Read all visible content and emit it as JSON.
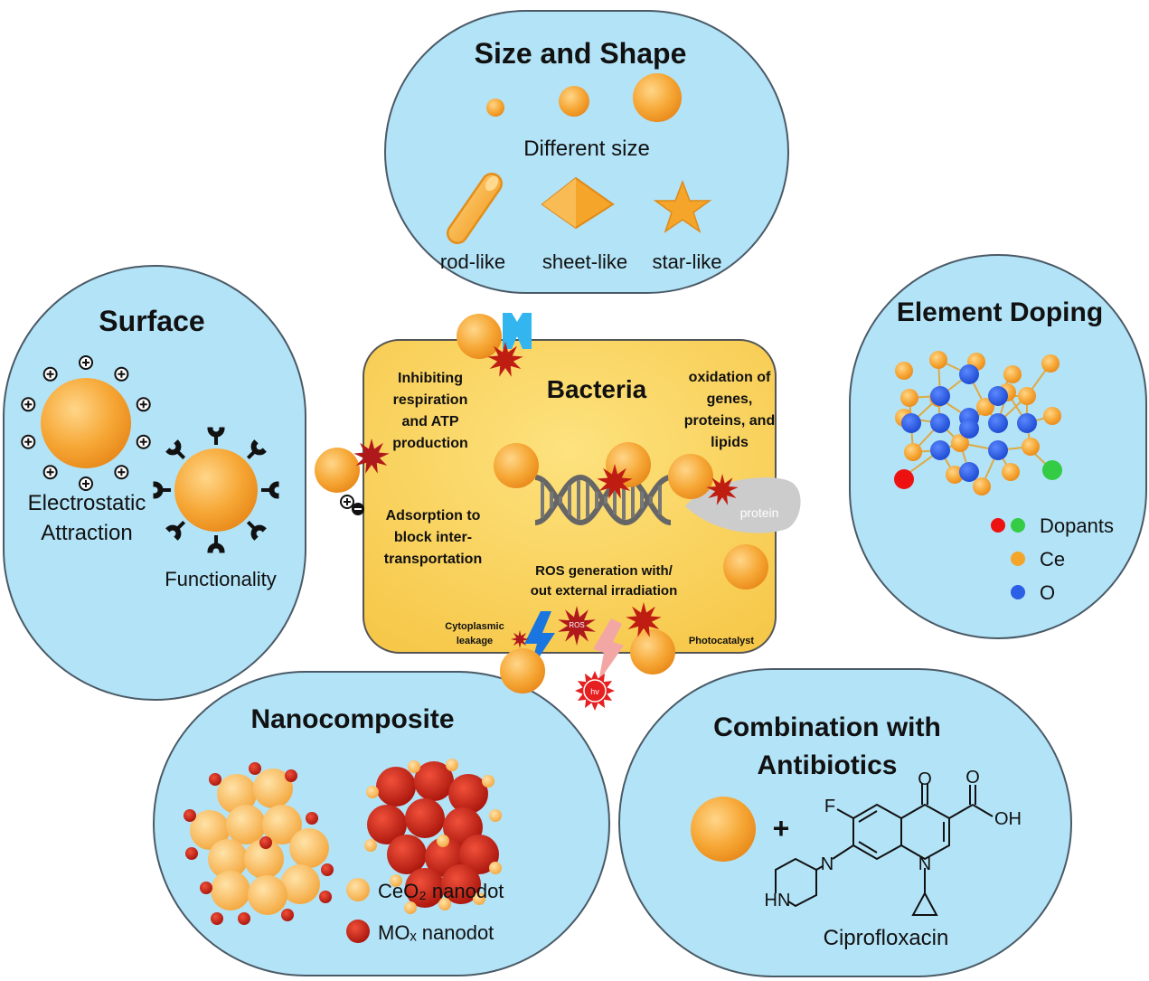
{
  "size_shape": {
    "title": "Size and Shape",
    "different_size": "Different size",
    "rod": "rod-like",
    "sheet": "sheet-like",
    "star": "star-like"
  },
  "surface": {
    "title": "Surface",
    "electrostatic_line1": "Electrostatic",
    "electrostatic_line2": "Attraction",
    "functionality": "Functionality"
  },
  "doping": {
    "title": "Element Doping",
    "legend_dopants": "Dopants",
    "legend_ce": "Ce",
    "legend_o": "O"
  },
  "bacteria": {
    "title": "Bacteria",
    "inhibit_1": "Inhibiting",
    "inhibit_2": "respiration",
    "inhibit_3": "and ATP",
    "inhibit_4": "production",
    "oxid_1": "oxidation of",
    "oxid_2": "genes,",
    "oxid_3": "proteins, and",
    "oxid_4": "lipids",
    "adsorb_1": "Adsorption to",
    "adsorb_2": "block inter-",
    "adsorb_3": "transportation",
    "ros_1": "ROS generation with/",
    "ros_2": "out external irradiation",
    "leak_1": "Cytoplasmic",
    "leak_2": "leakage",
    "photocatalyst": "Photocatalyst",
    "protein": "protein",
    "ros_tag": "ROS",
    "hv": "hv"
  },
  "nanocomposite": {
    "title": "Nanocomposite",
    "ceo2": "CeO₂ nanodot",
    "mox": "MOₓ nanodot"
  },
  "antibiotics": {
    "title_1": "Combination with",
    "title_2": "Antibiotics",
    "plus": "+",
    "label_o": "O",
    "label_f": "F",
    "label_oh": "OH",
    "label_n1": "N",
    "label_n2": "N",
    "label_hn": "HN",
    "drug": "Ciprofloxacin"
  },
  "colors": {
    "panel_fill": "#b3e3f7",
    "panel_stroke": "#4a5a66",
    "orange": "#f5a52a",
    "orange_light": "#ffd27a",
    "bacteria_fill": "#fbd55f",
    "red_dark": "#c01d12",
    "blue_atom": "#2b5fe6",
    "green_atom": "#33cc44",
    "red_atom": "#ee1111"
  }
}
